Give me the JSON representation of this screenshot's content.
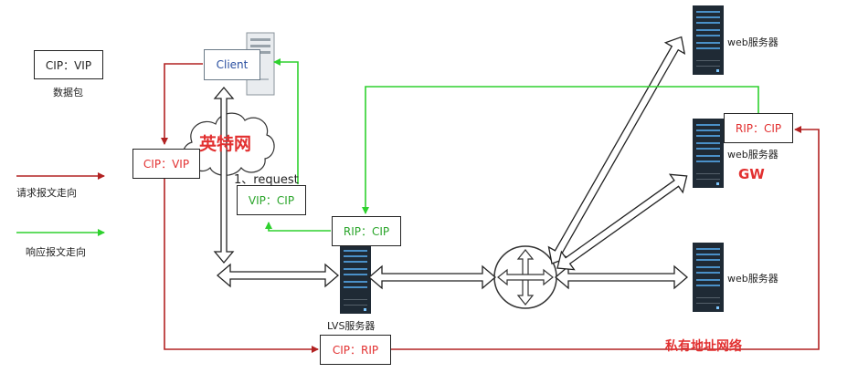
{
  "legend": {
    "packet_box": "CIP：VIP",
    "packet_caption": "数据包",
    "request_caption": "请求报文走向",
    "response_caption": "响应报文走向"
  },
  "client": {
    "label": "Client"
  },
  "internet_label": "英特网",
  "request_step": "1、request",
  "packets": {
    "cip_vip": "CIP：VIP",
    "vip_cip": "VIP：CIP",
    "rip_cip_lvs": "RIP：CIP",
    "cip_rip": "CIP：RIP",
    "rip_cip_web": "RIP：CIP"
  },
  "lvs_label": "LVS服务器",
  "web_servers": [
    "web服务器",
    "web服务器",
    "web服务器"
  ],
  "gw_label": "GW",
  "private_net_label": "私有地址网络",
  "colors": {
    "request": "#b22222",
    "response": "#2ed12e",
    "highlight": "#e23030",
    "server": "#1f2a35"
  }
}
